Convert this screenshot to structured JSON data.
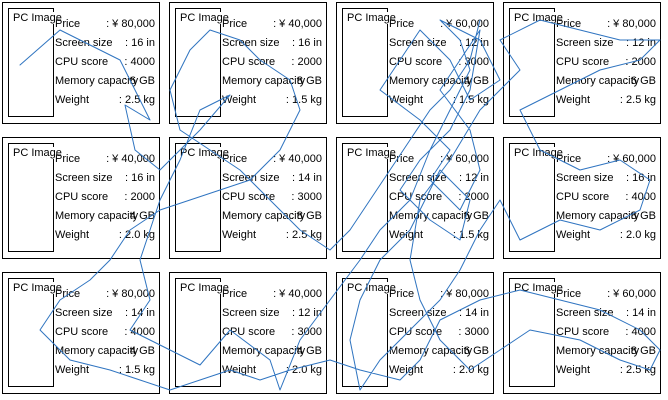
{
  "image_label": "PC Image",
  "field_labels": {
    "price": "Price",
    "screen": "Screen size",
    "cpu": "CPU score",
    "memory": "Memory capacity",
    "weight": "Weight"
  },
  "cards": [
    {
      "price": ": ¥ 80,000",
      "screen": ": 16 in",
      "cpu": ": 4000",
      "memory": ": 6 GB",
      "weight": ": 2.5 kg"
    },
    {
      "price": ": ¥ 40,000",
      "screen": ": 16 in",
      "cpu": ": 2000",
      "memory": ": 8 GB",
      "weight": ": 1.5 kg"
    },
    {
      "price": ": ¥ 60,000",
      "screen": ": 12 in",
      "cpu": ": 3000",
      "memory": ": 4 GB",
      "weight": ": 1.5 kg"
    },
    {
      "price": ": ¥ 80,000",
      "screen": ": 12 in",
      "cpu": ": 2000",
      "memory": ": 6 GB",
      "weight": ": 2.5 kg"
    },
    {
      "price": ": ¥ 40,000",
      "screen": ": 16 in",
      "cpu": ": 2000",
      "memory": ": 4 GB",
      "weight": ": 2.0 kg"
    },
    {
      "price": ": ¥ 40,000",
      "screen": ": 14 in",
      "cpu": ": 3000",
      "memory": ": 8 GB",
      "weight": ": 2.5 kg"
    },
    {
      "price": ": ¥ 60,000",
      "screen": ": 12 in",
      "cpu": ": 2000",
      "memory": ": 6 GB",
      "weight": ": 1.5 kg"
    },
    {
      "price": ": ¥ 60,000",
      "screen": ": 16 in",
      "cpu": ": 4000",
      "memory": ": 8 GB",
      "weight": ": 2.0 kg"
    },
    {
      "price": ": ¥ 80,000",
      "screen": ": 14 in",
      "cpu": ": 4000",
      "memory": ": 4 GB",
      "weight": ": 1.5 kg"
    },
    {
      "price": ": ¥ 40,000",
      "screen": ": 12 in",
      "cpu": ": 3000",
      "memory": ": 4 GB",
      "weight": ": 2.0 kg"
    },
    {
      "price": ": ¥ 80,000",
      "screen": ": 14 in",
      "cpu": ": 3000",
      "memory": ": 6 GB",
      "weight": ": 2.0 kg"
    },
    {
      "price": ": ¥ 60,000",
      "screen": ": 14 in",
      "cpu": ": 4000",
      "memory": ": 8 GB",
      "weight": ": 2.5 kg"
    }
  ],
  "overlay": {
    "trace_color": "#2f74c0"
  }
}
